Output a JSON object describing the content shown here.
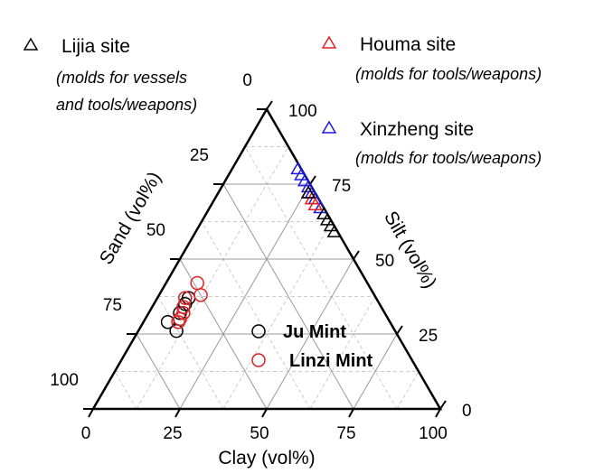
{
  "chart_data": {
    "type": "scatter",
    "subtype": "ternary",
    "axes": {
      "bottom": "Clay (vol%)",
      "left": "Sand (vol%)",
      "right": "Silt (vol%)"
    },
    "ticks": [
      0,
      25,
      50,
      75,
      100
    ],
    "grid": true,
    "legend": [
      {
        "label": "Lijia site",
        "note1": "(molds for vessels",
        "note2": "and tools/weapons)",
        "marker": "triangle",
        "color": "#000000"
      },
      {
        "label": "Houma site",
        "note1": "(molds for tools/weapons)",
        "marker": "triangle",
        "color": "#e02020"
      },
      {
        "label": "Xinzheng site",
        "note1": "(molds for tools/weapons)",
        "marker": "triangle",
        "color": "#1a1adf"
      },
      {
        "label": "Ju Mint",
        "marker": "circle",
        "color": "#000000"
      },
      {
        "label": "Linzi Mint",
        "marker": "circle",
        "color": "#e02020"
      }
    ],
    "series": [
      {
        "name": "Xinzheng site",
        "marker": "triangle",
        "color": "#1a1adf",
        "points": [
          {
            "sand": 1,
            "silt": 80,
            "clay": 19
          },
          {
            "sand": 1,
            "silt": 78,
            "clay": 21
          },
          {
            "sand": 1,
            "silt": 76,
            "clay": 23
          },
          {
            "sand": 1,
            "silt": 74,
            "clay": 25
          },
          {
            "sand": 1,
            "silt": 72,
            "clay": 27
          },
          {
            "sand": 1,
            "silt": 70,
            "clay": 29
          },
          {
            "sand": 1,
            "silt": 67,
            "clay": 32
          },
          {
            "sand": 1,
            "silt": 65,
            "clay": 34
          }
        ]
      },
      {
        "name": "Houma site",
        "marker": "triangle",
        "color": "#e02020",
        "points": [
          {
            "sand": 2,
            "silt": 72,
            "clay": 26
          },
          {
            "sand": 2,
            "silt": 70,
            "clay": 28
          },
          {
            "sand": 2,
            "silt": 68,
            "clay": 30
          }
        ]
      },
      {
        "name": "Lijia site",
        "marker": "triangle",
        "color": "#000000",
        "points": [
          {
            "sand": 2,
            "silt": 72,
            "clay": 26
          },
          {
            "sand": 1,
            "silt": 65,
            "clay": 34
          },
          {
            "sand": 1,
            "silt": 63,
            "clay": 36
          },
          {
            "sand": 1,
            "silt": 61,
            "clay": 38
          },
          {
            "sand": 1,
            "silt": 59,
            "clay": 40
          }
        ]
      },
      {
        "name": "Ju Mint",
        "marker": "circle",
        "color": "#000000",
        "points": [
          {
            "sand": 63,
            "silt": 26,
            "clay": 11
          },
          {
            "sand": 64,
            "silt": 29,
            "clay": 7
          },
          {
            "sand": 59,
            "silt": 32,
            "clay": 9
          },
          {
            "sand": 56,
            "silt": 35,
            "clay": 9
          },
          {
            "sand": 54,
            "silt": 37,
            "clay": 9
          },
          {
            "sand": 60,
            "silt": 30,
            "clay": 10
          }
        ]
      },
      {
        "name": "Linzi Mint",
        "marker": "circle",
        "color": "#e02020",
        "points": [
          {
            "sand": 49,
            "silt": 42,
            "clay": 9
          },
          {
            "sand": 50,
            "silt": 38,
            "clay": 12
          },
          {
            "sand": 55,
            "silt": 37,
            "clay": 8
          },
          {
            "sand": 57,
            "silt": 34,
            "clay": 9
          },
          {
            "sand": 58,
            "silt": 32,
            "clay": 10
          },
          {
            "sand": 60,
            "silt": 30,
            "clay": 10
          },
          {
            "sand": 61,
            "silt": 29,
            "clay": 10
          }
        ]
      }
    ]
  }
}
